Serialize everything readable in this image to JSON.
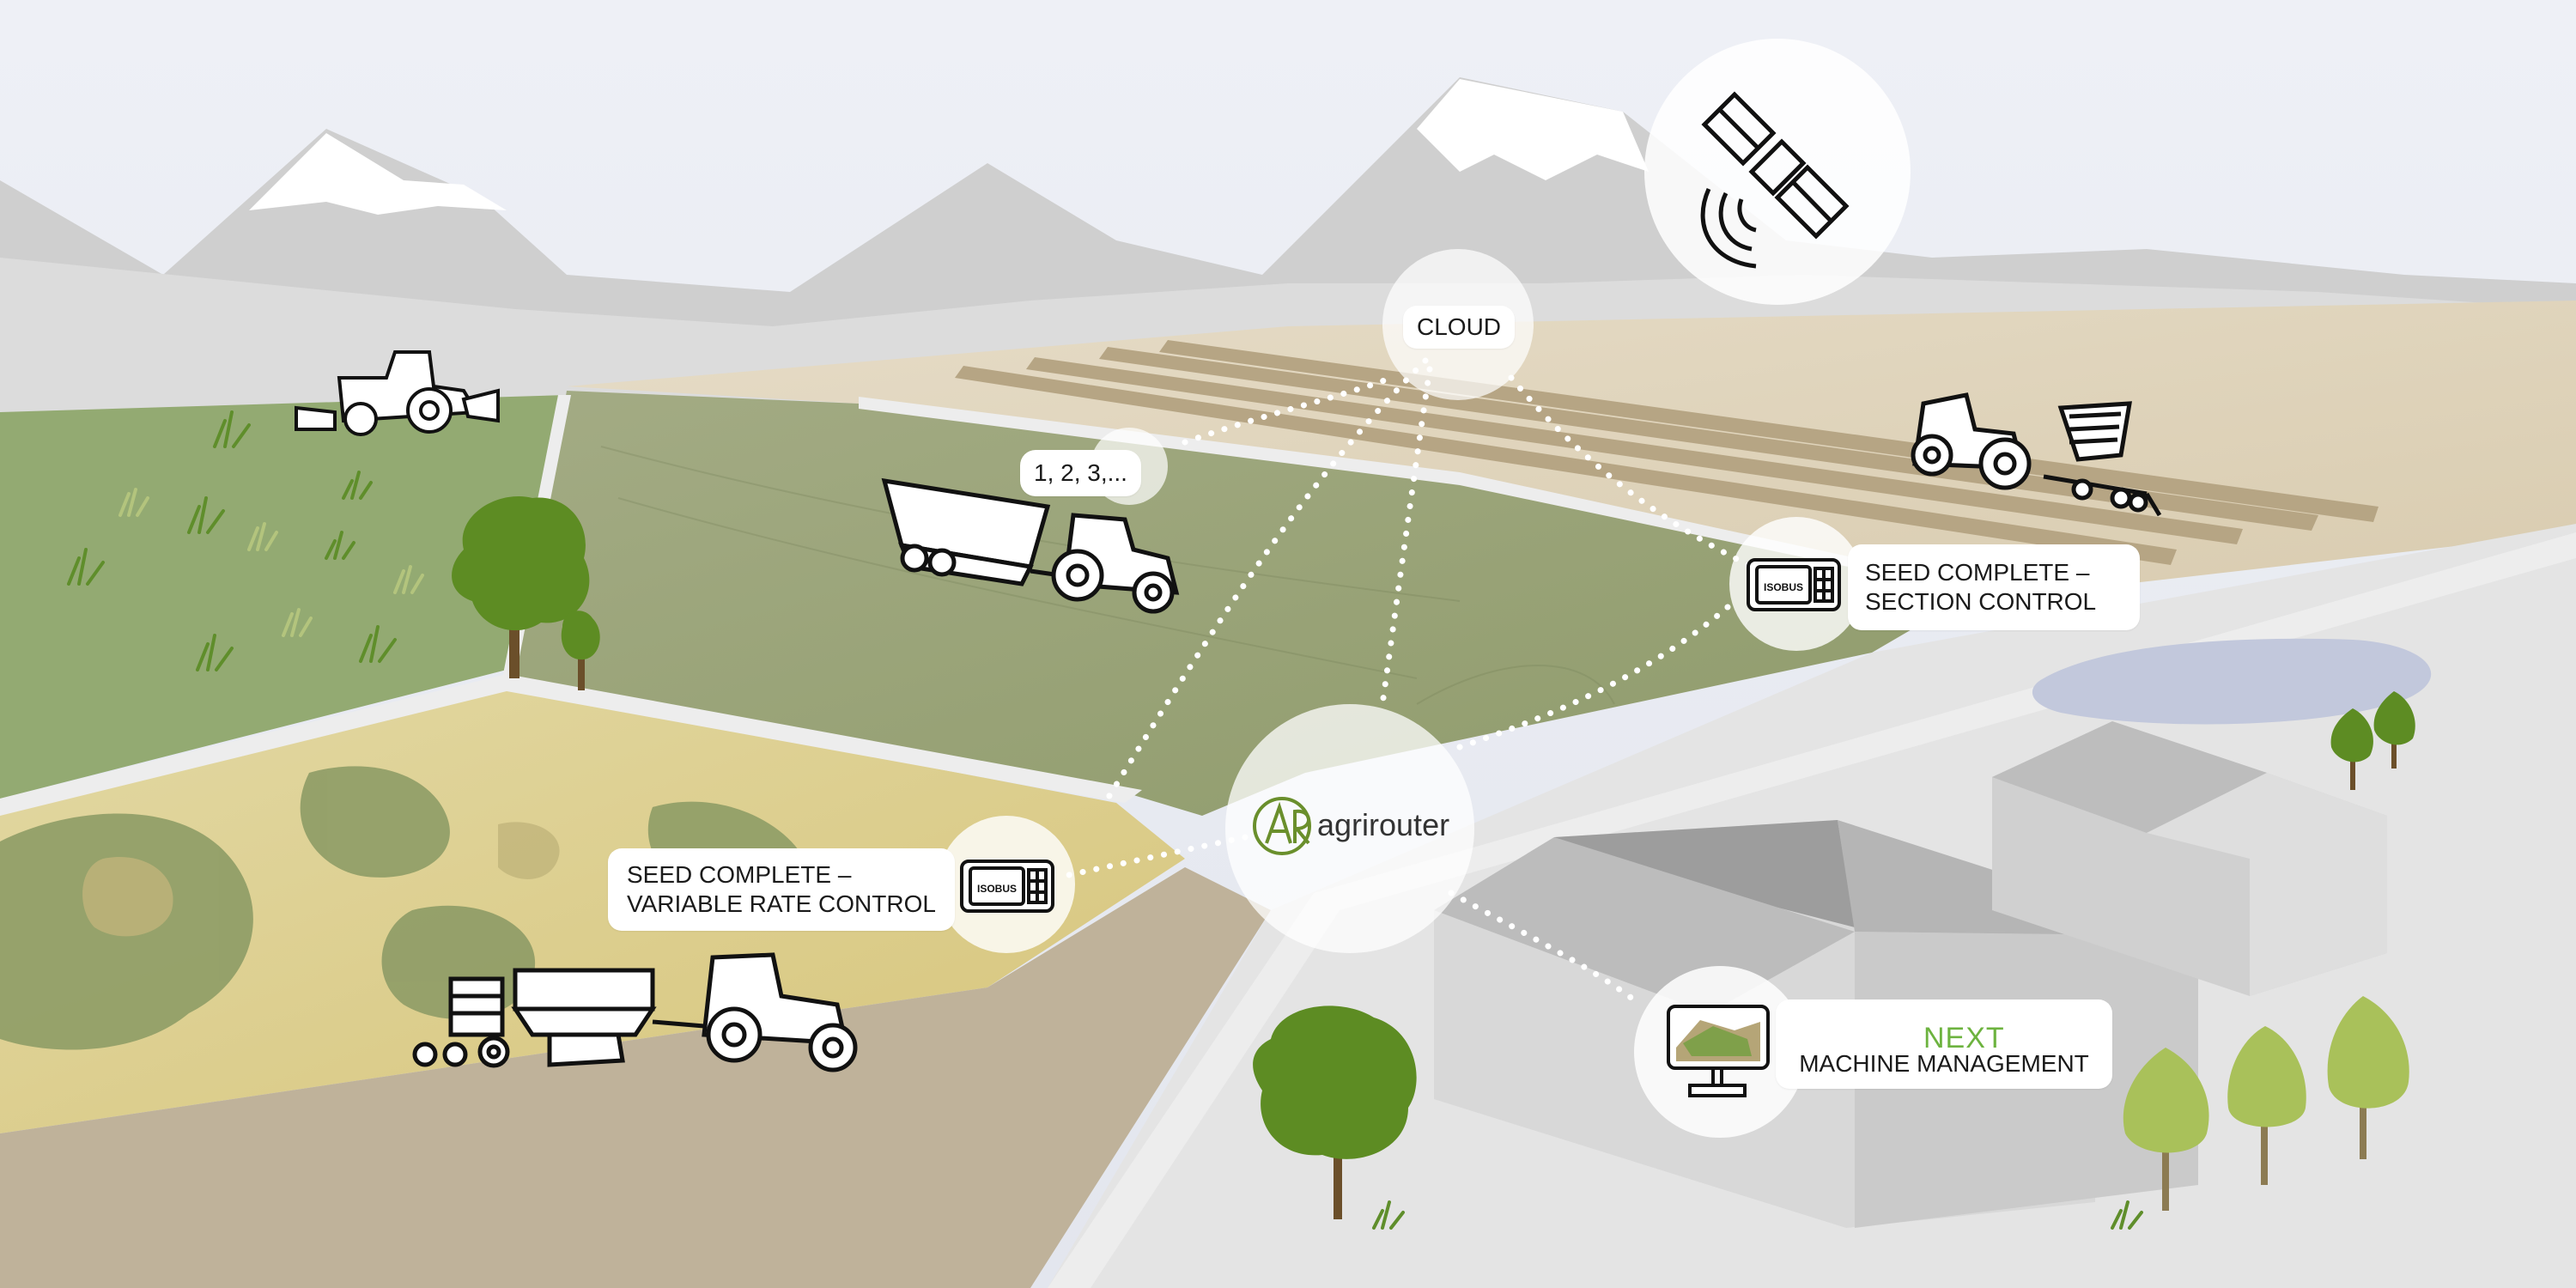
{
  "labels": {
    "cloud": "CLOUD",
    "count": "1, 2, 3,...",
    "section_line1": "SEED COMPLETE –",
    "section_line2": "SECTION CONTROL",
    "variable_line1": "SEED COMPLETE –",
    "variable_line2": "VARIABLE RATE CONTROL",
    "agrirouter": "agrirouter",
    "next_brand": "NEXT",
    "machine": "MACHINE MANAGEMENT",
    "isobus": "ISOBUS"
  },
  "colors": {
    "sky": "#eceef4",
    "mountain": "#c9c9c9",
    "snow": "#ffffff",
    "field_green": "#8fa66e",
    "field_light": "#a2ad80",
    "field_beige": "#ddd2b8",
    "field_yellow": "#d9c87f",
    "camo_green": "#8e9b62",
    "soil": "#bcaf96",
    "road": "#e6e6e6",
    "building": "#c7c7c7",
    "tree": "#5d8c23",
    "tree_light": "#a9c15a",
    "accent_green": "#6db33f",
    "bubble": "#ffffff"
  },
  "icons": [
    "satellite-icon",
    "tractor-icon",
    "isobus-terminal-icon",
    "agrirouter-logo",
    "monitor-icon",
    "tree-icon",
    "grass-icon"
  ]
}
